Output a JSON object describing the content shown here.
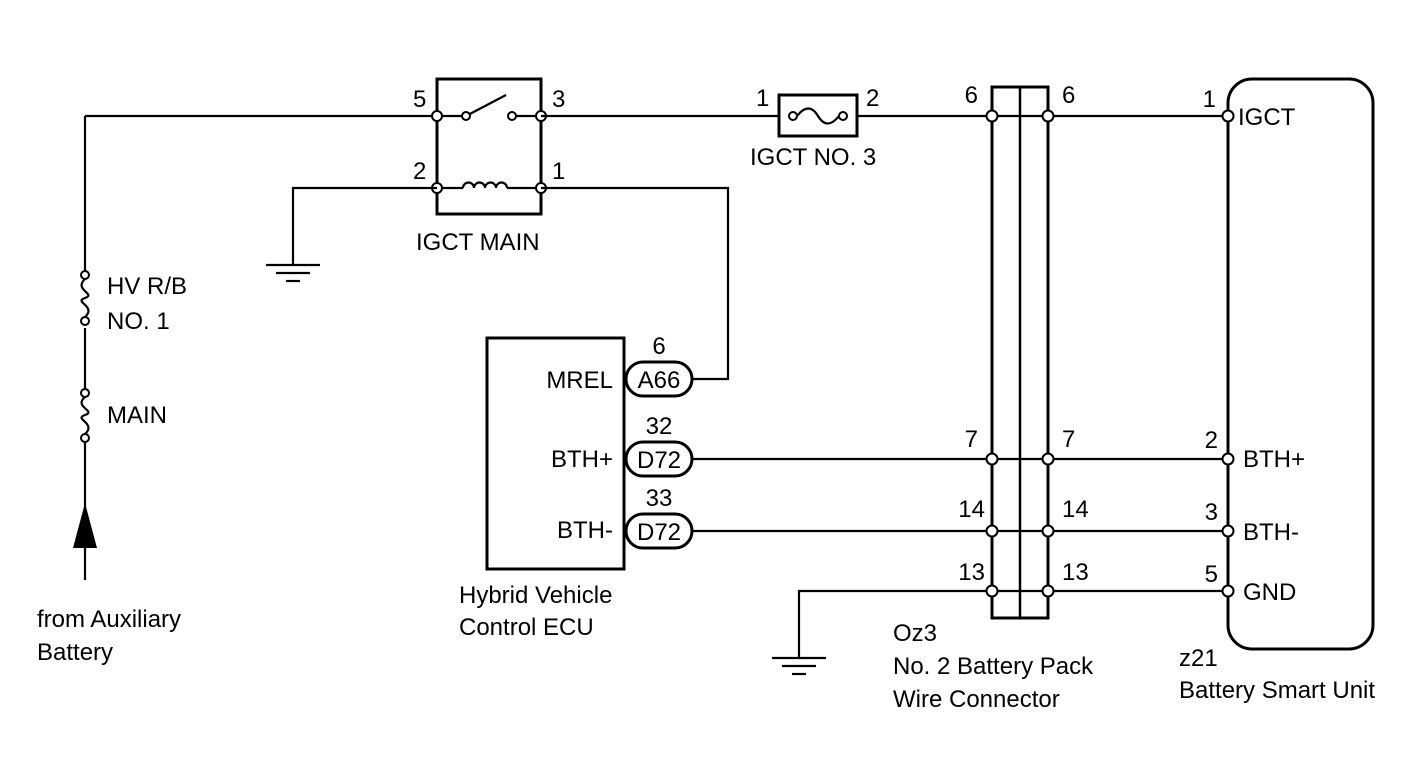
{
  "auxiliary_battery": {
    "label_line1": "from Auxiliary",
    "label_line2": "Battery"
  },
  "fuses": {
    "hv_rb": {
      "line1": "HV R/B",
      "line2": "NO. 1"
    },
    "main": {
      "label": "MAIN"
    },
    "igct_no3": {
      "label": "IGCT NO. 3",
      "pin_in": "1",
      "pin_out": "2"
    }
  },
  "relay": {
    "name": "IGCT MAIN",
    "pin_5": "5",
    "pin_3": "3",
    "pin_2": "2",
    "pin_1": "1"
  },
  "ecu": {
    "line1": "Hybrid Vehicle",
    "line2": "Control ECU",
    "pins": [
      {
        "signal": "MREL",
        "connector": "A66",
        "pin": "6"
      },
      {
        "signal": "BTH+",
        "connector": "D72",
        "pin": "32"
      },
      {
        "signal": "BTH-",
        "connector": "D72",
        "pin": "33"
      }
    ]
  },
  "wire_connector": {
    "code": "Oz3",
    "line1": "No. 2 Battery Pack",
    "line2": "Wire Connector",
    "pins": [
      "6",
      "7",
      "14",
      "13"
    ]
  },
  "battery_smart_unit": {
    "code": "z21",
    "name": "Battery Smart Unit",
    "pins": [
      {
        "pin": "1",
        "signal": "IGCT"
      },
      {
        "pin": "2",
        "signal": "BTH+"
      },
      {
        "pin": "3",
        "signal": "BTH-"
      },
      {
        "pin": "5",
        "signal": "GND"
      }
    ]
  }
}
